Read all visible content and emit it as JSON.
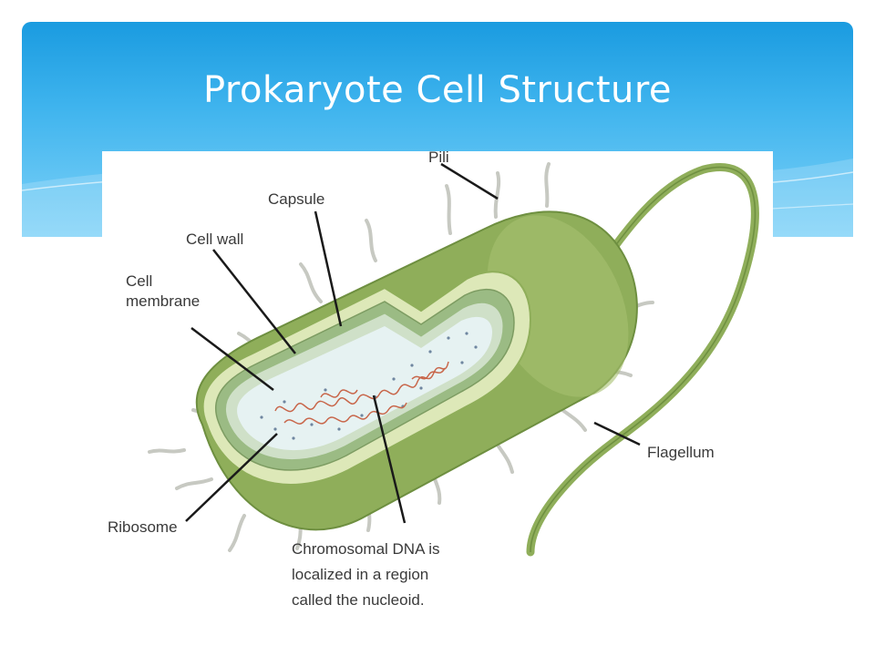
{
  "slide": {
    "title": "Prokaryote Cell Structure"
  },
  "diagram": {
    "labels": {
      "pili": "Pili",
      "capsule": "Capsule",
      "cell_wall": "Cell wall",
      "cell_membrane_line1": "Cell",
      "cell_membrane_line2": "membrane",
      "flagellum": "Flagellum",
      "ribosome": "Ribosome",
      "dna_line1": "Chromosomal DNA is",
      "dna_line2": "localized in a region",
      "dna_line3": "called the nucleoid."
    }
  },
  "colors": {
    "banner_top": "#1a9be0",
    "banner_bottom": "#7fd2f8",
    "cell_body": "#8fae5a",
    "capsule": "#dde8b8",
    "wall": "#9bbb84",
    "cytoplasm": "#e6f2f2",
    "dna": "#c8664a"
  }
}
